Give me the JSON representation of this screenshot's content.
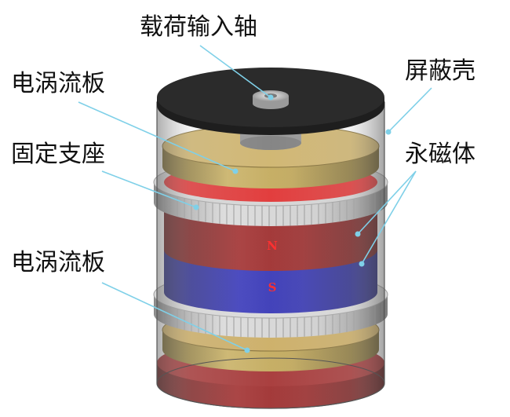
{
  "labels": {
    "input_shaft": "载荷输入轴",
    "eddy_plate_top": "电涡流板",
    "shield_shell": "屏蔽壳",
    "fixed_support": "固定支座",
    "permanent_magnet": "永磁体",
    "eddy_plate_bottom": "电涡流板"
  },
  "poles": {
    "north": "N",
    "south": "S"
  },
  "colors": {
    "shell_top": "#2a2a2a",
    "copper": "#b59a4e",
    "magnet_north": "#8e1d1d",
    "magnet_south": "#2a2aa8",
    "support_ring": "#bdbdbd",
    "leader_line": "#7fd0e8"
  }
}
